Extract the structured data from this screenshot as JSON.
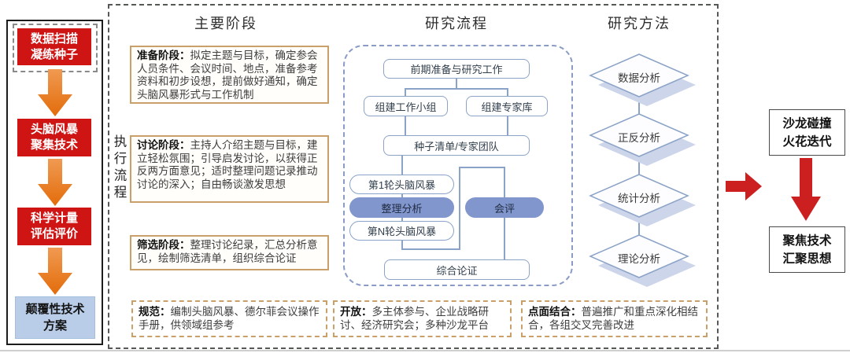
{
  "colors": {
    "red": "#cf1414",
    "orange_arrow": "#ed7d31",
    "red_arrow": "#cc2020",
    "pill_fill": "#8096cc",
    "flow_border": "#8ba3c7",
    "stage_border": "#c9a06a",
    "final_blue": "#b9cde9"
  },
  "left_flow": {
    "steps": [
      "数据扫描\n凝练种子",
      "头脑风暴\n聚集技术",
      "科学计量\n评估评价",
      "颠覆性技术\n方案"
    ]
  },
  "headers": {
    "stages": "主要阶段",
    "process": "研究流程",
    "methods": "研究方法"
  },
  "execution_label": "执行流程",
  "stages": [
    {
      "title": "准备阶段：",
      "text": "拟定主题与目标，确定参会人员条件、会议时间、地点，准备参考资料和初步设想，提前做好通知，确定头脑风暴形式与工作机制"
    },
    {
      "title": "讨论阶段：",
      "text": "主持人介绍主题与目标，建立轻松氛围；引导启发讨论，以获得正反两方面意见；适时整理问题记录推动讨论的深入；自由畅谈激发思想"
    },
    {
      "title": "筛选阶段：",
      "text": "整理讨论纪录，汇总分析意见，绘制筛选清单，组织综合论证"
    }
  ],
  "process_flow": {
    "nodes": {
      "prep": "前期准备与研究工作",
      "workgroup": "组建工作小组",
      "expertdb": "组建专家库",
      "seedlist": "种子清单/专家团队",
      "round1": "第1轮头脑风暴",
      "analyze": "整理分析",
      "roundN": "第N轮头脑风暴",
      "review": "会评",
      "synthesis": "综合论证"
    }
  },
  "methods": [
    "数据分析",
    "正反分析",
    "统计分析",
    "理论分析"
  ],
  "right_flow": {
    "salon": "沙龙碰撞\n火花迭代",
    "focus": "聚焦技术\n汇聚思想"
  },
  "principles": [
    {
      "title": "规范：",
      "text": "编制头脑风暴、德尔菲会议操作手册，供领域组参考"
    },
    {
      "title": "开放：",
      "text": "多主体参与、企业战略研讨、经济研究会；多种沙龙平台"
    },
    {
      "title": "点面结合：",
      "text": "普遍推广和重点深化相结合，各组交叉完善改进"
    }
  ]
}
